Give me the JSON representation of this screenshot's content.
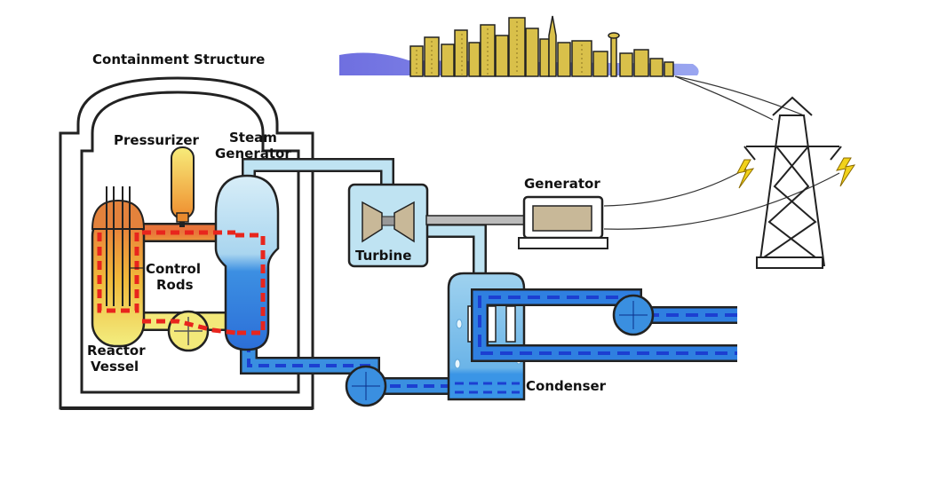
{
  "labels": {
    "containment": "Containment Structure",
    "pressurizer": "Pressurizer",
    "steam_generator_1": "Steam",
    "steam_generator_2": "Generator",
    "control_rods_1": "Control",
    "control_rods_2": "Rods",
    "reactor_vessel_1": "Reactor",
    "reactor_vessel_2": "Vessel",
    "turbine": "Turbine",
    "generator": "Generator",
    "condenser": "Condenser"
  },
  "colors": {
    "steam": "#bfe3f2",
    "water": "#3a8fe0",
    "coolant_hot": "#e8251d",
    "coolant_cool": "#1c3fd1",
    "reactor": "#f3e97a",
    "outline": "#1a1a1a"
  },
  "icons": [
    "city-skyline",
    "transmission-tower",
    "lightning",
    "pump"
  ]
}
